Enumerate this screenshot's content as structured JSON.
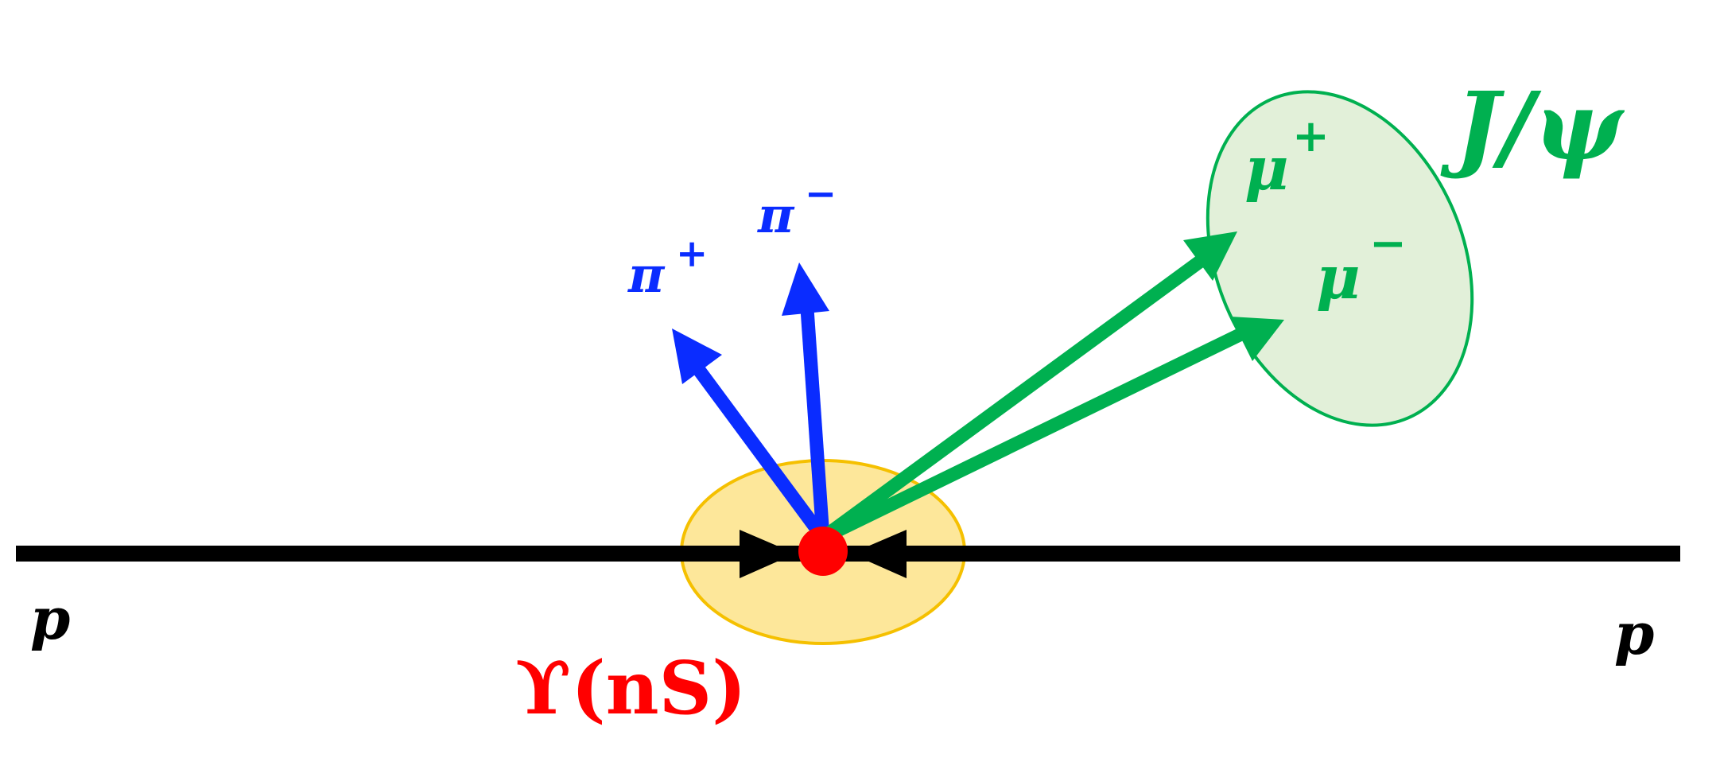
{
  "labels": {
    "beam_left": "p",
    "beam_right": "p",
    "upsilon": "ϒ(nS)",
    "pi_plus_base": "π",
    "pi_plus_sup": "+",
    "pi_minus_base": "π",
    "pi_minus_sup": "−",
    "mu_plus_base": "μ",
    "mu_plus_sup": "+",
    "mu_minus_base": "μ",
    "mu_minus_sup": "−",
    "jpsi": "J/ψ"
  },
  "colors": {
    "beam": "#000000",
    "vertex": "#ff0000",
    "upsilon_label": "#ff0000",
    "upsilon_region_fill": "#fde79a",
    "upsilon_region_stroke": "#f5c000",
    "pion": "#0a2cff",
    "muon": "#00b050",
    "jpsi_region_fill": "#e2f0d9",
    "jpsi_region_stroke": "#00b050"
  }
}
